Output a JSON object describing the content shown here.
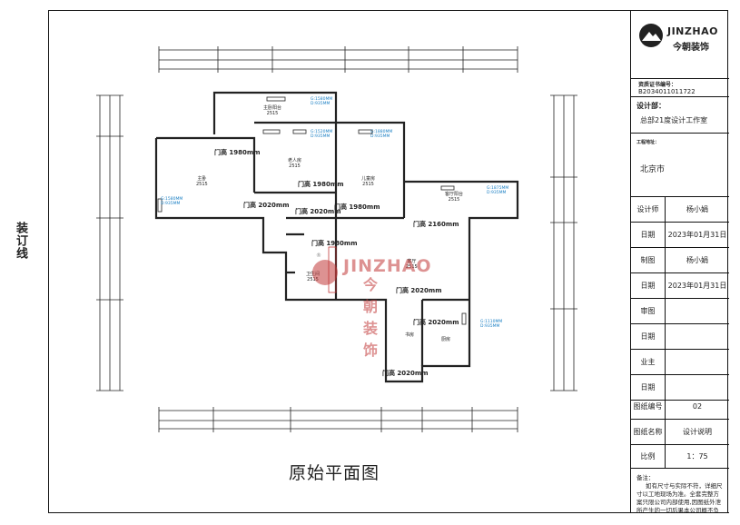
{
  "binding_label": "装订线",
  "drawing_title": "原始平面图",
  "brand": {
    "name_en": "JINZHAO",
    "name_cn": "今朝装饰"
  },
  "watermark": {
    "en": "JINZHAO",
    "cn": "今朝装饰",
    "reg": "®"
  },
  "title_block": {
    "license_label": "资质证书编号：",
    "license_no": "B2034011011722",
    "design_dept_label": "设计部：",
    "design_dept": "总部21度设计工作室",
    "project_addr_label": "工程地址：",
    "project_addr": "北京市",
    "rows": [
      {
        "k": "设计师",
        "v": "杨小娟"
      },
      {
        "k": "日期",
        "v": "2023年01月31日"
      },
      {
        "k": "制图",
        "v": "杨小娟"
      },
      {
        "k": "日期",
        "v": "2023年01月31日"
      },
      {
        "k": "审图",
        "v": ""
      },
      {
        "k": "日期",
        "v": ""
      },
      {
        "k": "业主",
        "v": ""
      },
      {
        "k": "日期",
        "v": ""
      },
      {
        "k": "图纸编号",
        "v": "02"
      },
      {
        "k": "图纸名称",
        "v": "设计说明"
      },
      {
        "k": "比例",
        "v": "1：75"
      }
    ],
    "notes_label": "备注：",
    "notes_text": "如有尺寸与实际不符，详细尺寸以工地现场为准。全套完整方案只限公司内部使用,因图纸外泄所产生的一切后果本公司概不负责。"
  },
  "rooms": [
    {
      "name": "主卧",
      "area": "2515"
    },
    {
      "name": "老人房",
      "area": "2515"
    },
    {
      "name": "儿童房",
      "area": "2515"
    },
    {
      "name": "主卧阳台",
      "area": "2515"
    },
    {
      "name": "客厅阳台",
      "area": "2515"
    },
    {
      "name": "卫生间",
      "area": "2515"
    },
    {
      "name": "客厅",
      "area": "2515"
    },
    {
      "name": "书房",
      "area": ""
    },
    {
      "name": "厨房",
      "area": ""
    }
  ],
  "door_heights": [
    "门高 1980mm",
    "门高 1980mm",
    "门高 2020mm",
    "门高 2020mm",
    "门高 1980mm",
    "门高 2160mm",
    "门高 1980mm",
    "门高 2020mm",
    "门高 2020mm",
    "门高 2020mm"
  ],
  "windows": [
    {
      "g": "G:1580MM",
      "d": "D:935MM"
    },
    {
      "g": "G:1580MM",
      "d": "D:935MM"
    },
    {
      "g": "G:1520MM",
      "d": "D:935MM"
    },
    {
      "g": "G:1880MM",
      "d": "D:935MM"
    },
    {
      "g": "G:1875MM",
      "d": "D:935MM"
    },
    {
      "g": "G:1110MM",
      "d": "D:935MM"
    }
  ],
  "colors": {
    "wall": "#222222",
    "window_text": "#1a7fc4",
    "dim_line": "#222222",
    "watermark": "#c23a3a"
  }
}
